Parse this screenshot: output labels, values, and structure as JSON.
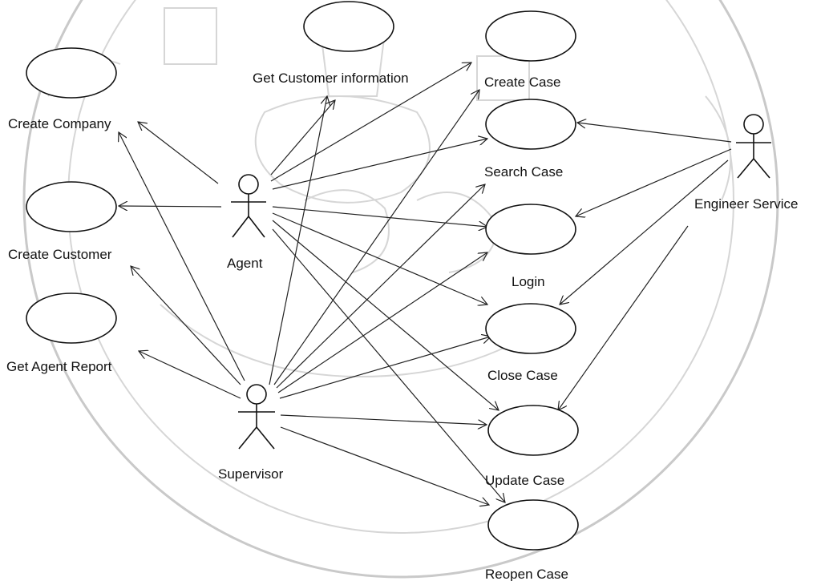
{
  "use_cases": [
    {
      "id": "create_company",
      "label": "Create Company"
    },
    {
      "id": "create_customer",
      "label": "Create Customer"
    },
    {
      "id": "get_agent_report",
      "label": "Get Agent Report"
    },
    {
      "id": "get_customer_information",
      "label": "Get Customer information"
    },
    {
      "id": "create_case",
      "label": "Create Case"
    },
    {
      "id": "search_case",
      "label": "Search Case"
    },
    {
      "id": "login",
      "label": "Login"
    },
    {
      "id": "close_case",
      "label": "Close Case"
    },
    {
      "id": "update_case",
      "label": "Update Case"
    },
    {
      "id": "reopen_case",
      "label": "Reopen Case"
    }
  ],
  "actors": [
    {
      "id": "agent",
      "label": "Agent"
    },
    {
      "id": "supervisor",
      "label": "Supervisor"
    },
    {
      "id": "engineer_service",
      "label": "Engineer Service"
    }
  ],
  "associations": [
    {
      "from": "agent",
      "to": "create_company"
    },
    {
      "from": "agent",
      "to": "create_customer"
    },
    {
      "from": "agent",
      "to": "get_customer_information"
    },
    {
      "from": "agent",
      "to": "create_case"
    },
    {
      "from": "agent",
      "to": "search_case"
    },
    {
      "from": "agent",
      "to": "login"
    },
    {
      "from": "agent",
      "to": "close_case"
    },
    {
      "from": "agent",
      "to": "update_case"
    },
    {
      "from": "agent",
      "to": "reopen_case"
    },
    {
      "from": "supervisor",
      "to": "create_company"
    },
    {
      "from": "supervisor",
      "to": "create_customer"
    },
    {
      "from": "supervisor",
      "to": "get_agent_report"
    },
    {
      "from": "supervisor",
      "to": "get_customer_information"
    },
    {
      "from": "supervisor",
      "to": "create_case"
    },
    {
      "from": "supervisor",
      "to": "search_case"
    },
    {
      "from": "supervisor",
      "to": "login"
    },
    {
      "from": "supervisor",
      "to": "close_case"
    },
    {
      "from": "supervisor",
      "to": "update_case"
    },
    {
      "from": "supervisor",
      "to": "reopen_case"
    },
    {
      "from": "engineer_service",
      "to": "search_case"
    },
    {
      "from": "engineer_service",
      "to": "login"
    },
    {
      "from": "engineer_service",
      "to": "close_case"
    },
    {
      "from": "engineer_service",
      "to": "update_case"
    }
  ]
}
